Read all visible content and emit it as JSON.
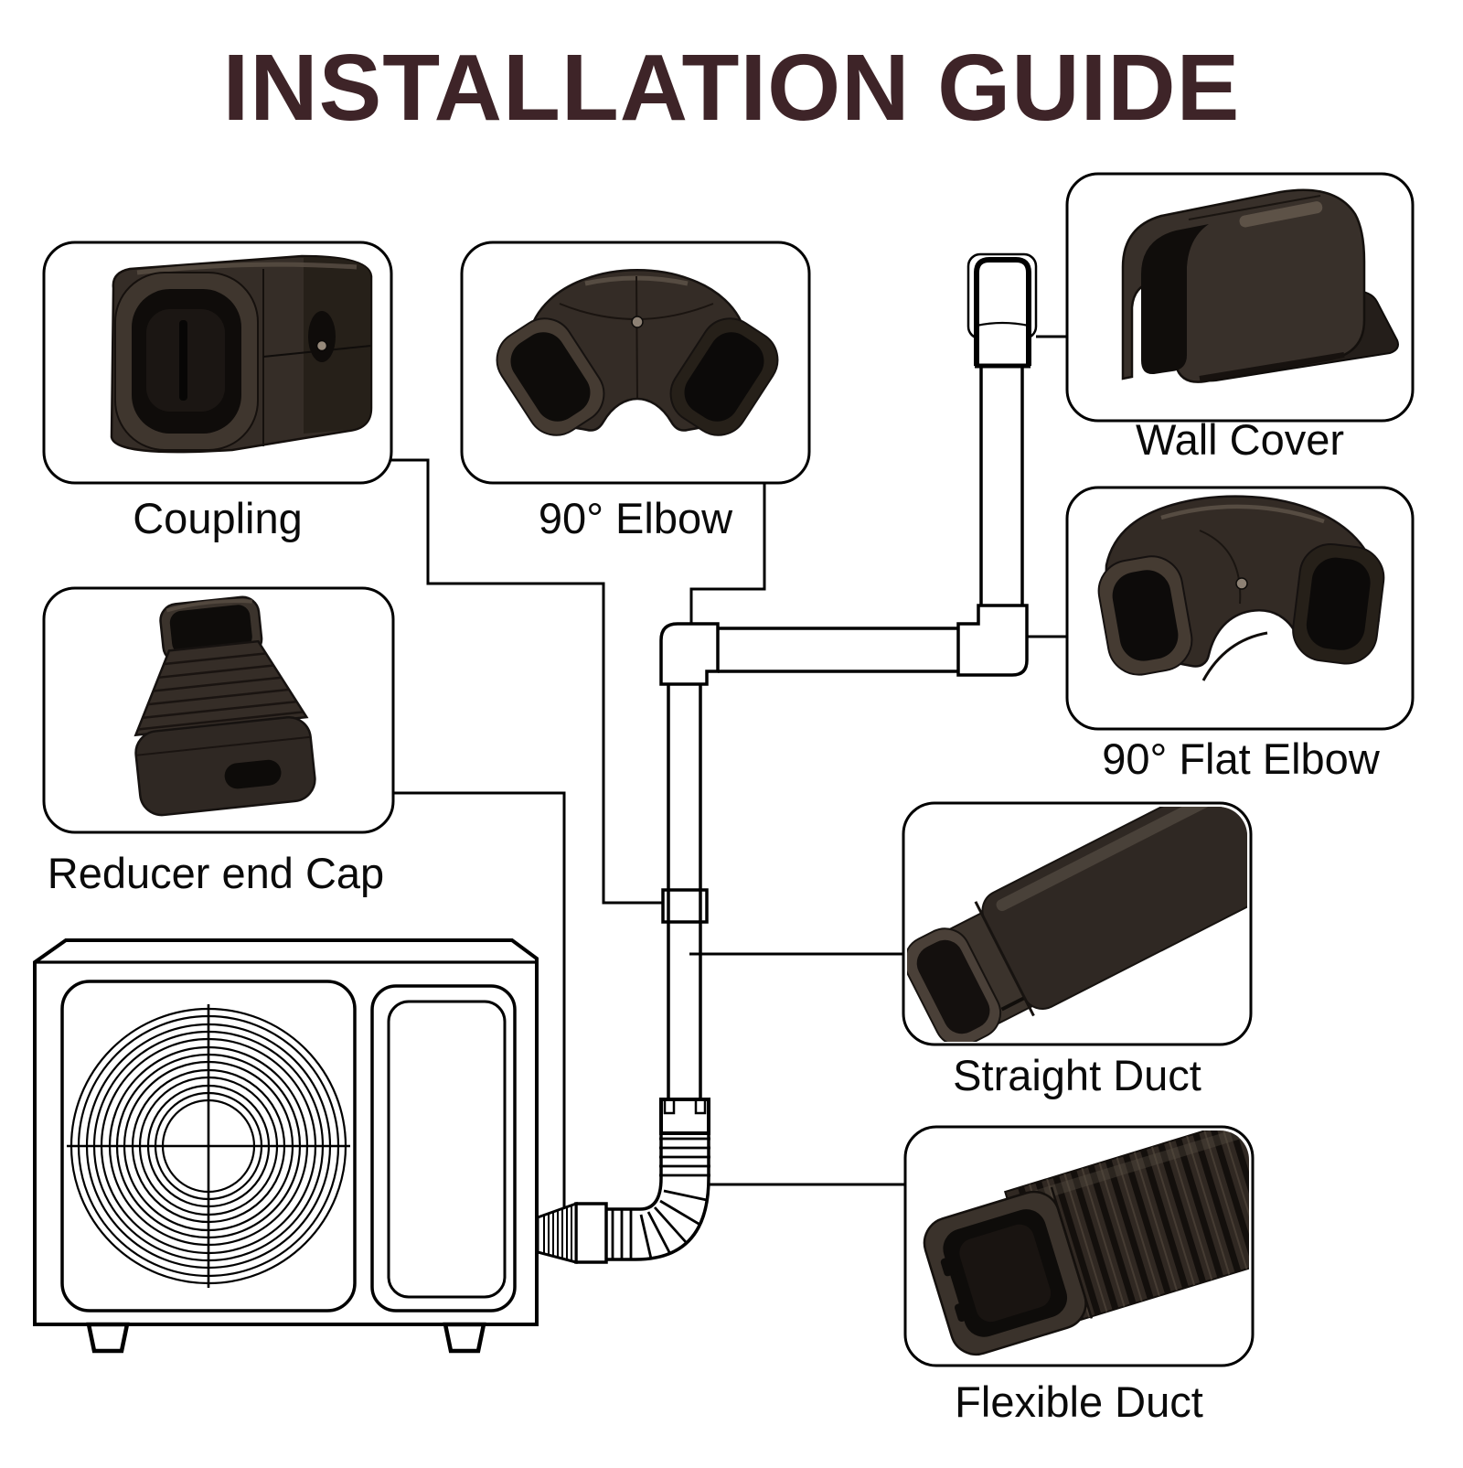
{
  "title": "INSTALLATION GUIDE",
  "colors": {
    "title": "#3E2428",
    "line": "#000000",
    "plastic_dark": "#262019",
    "plastic_mid": "#352D27",
    "plastic_light": "#4A4038"
  },
  "parts": {
    "coupling": {
      "label": "Coupling"
    },
    "elbow_90": {
      "label": "90° Elbow"
    },
    "wall_cover": {
      "label": "Wall Cover"
    },
    "flat_elbow_90": {
      "label": "90° Flat Elbow"
    },
    "reducer_end_cap": {
      "label": "Reducer end Cap"
    },
    "straight_duct": {
      "label": "Straight Duct"
    },
    "flexible_duct": {
      "label": "Flexible Duct"
    }
  }
}
